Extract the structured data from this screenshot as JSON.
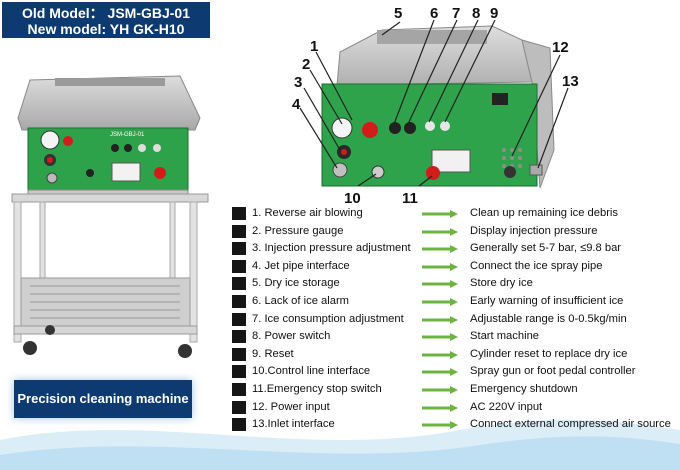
{
  "header": {
    "old_model": "Old Model： JSM-GBJ-01",
    "new_model": "New model: YH GK-H10"
  },
  "caption": "Precision cleaning machine",
  "machine_left": {
    "panel_brand": "JSM-GBJ-01"
  },
  "callouts": [
    "1",
    "2",
    "3",
    "4",
    "5",
    "6",
    "7",
    "8",
    "9",
    "10",
    "11",
    "12",
    "13"
  ],
  "features": [
    {
      "label": "1. Reverse air blowing",
      "desc": "Clean up remaining ice debris"
    },
    {
      "label": "2. Pressure gauge",
      "desc": "Display injection pressure"
    },
    {
      "label": "3. Injection pressure adjustment",
      "desc": "Generally set 5-7 bar, ≤9.8 bar"
    },
    {
      "label": "4. Jet pipe interface",
      "desc": "Connect the ice spray pipe"
    },
    {
      "label": "5. Dry ice storage",
      "desc": "Store dry ice"
    },
    {
      "label": "6. Lack of ice alarm",
      "desc": "Early warning of insufficient ice"
    },
    {
      "label": "7. Ice consumption adjustment",
      "desc": "Adjustable range is 0-0.5kg/min"
    },
    {
      "label": "8. Power switch",
      "desc": "Start machine"
    },
    {
      "label": "9. Reset",
      "desc": "Cylinder reset to replace dry ice"
    },
    {
      "label": "10.Control line interface",
      "desc": "Spray gun or foot pedal controller"
    },
    {
      "label": "11.Emergency stop switch",
      "desc": "Emergency shutdown"
    },
    {
      "label": "12. Power input",
      "desc": "AC 220V input"
    },
    {
      "label": "13.Inlet interface",
      "desc": "Connect external compressed air source"
    }
  ]
}
